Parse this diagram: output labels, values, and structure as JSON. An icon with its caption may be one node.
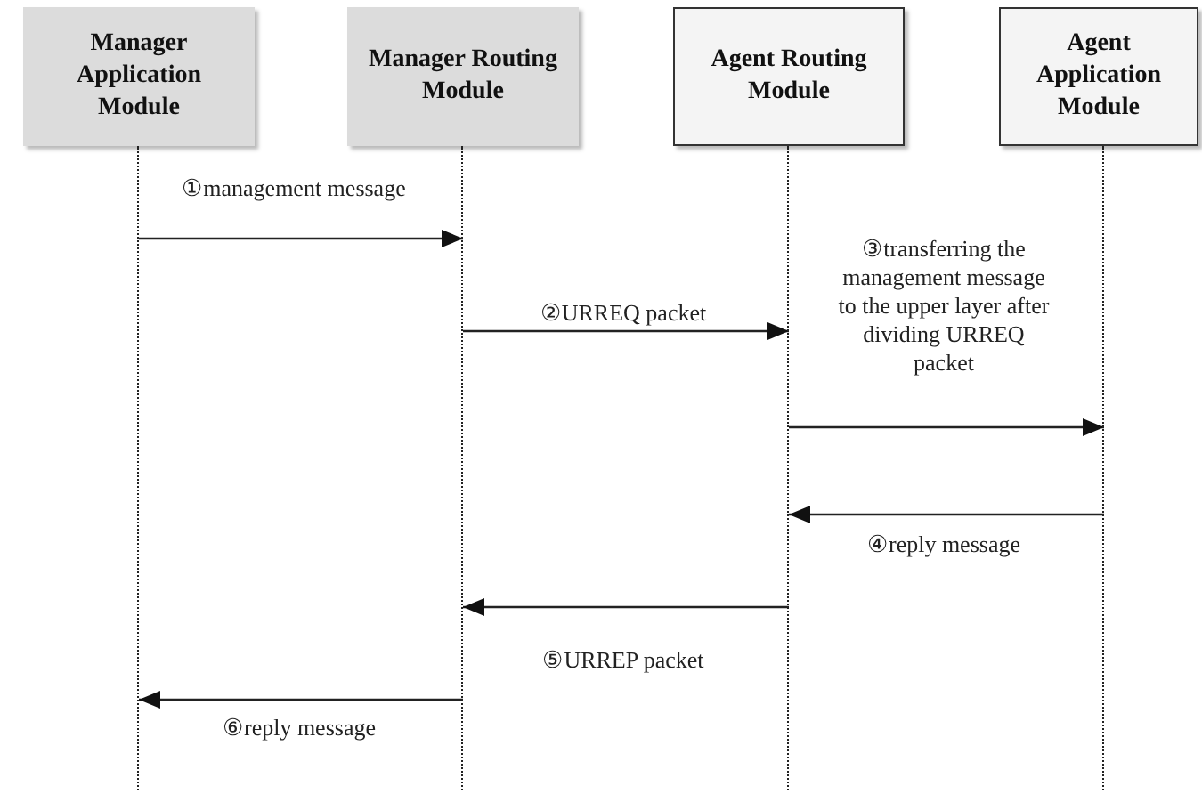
{
  "diagram": {
    "nodes": [
      {
        "text": [
          "Manager Application Module"
        ]
      },
      {
        "text": [
          "Manager Routing Module"
        ]
      },
      {
        "text": [
          "Agent Routing Module"
        ]
      },
      {
        "text": [
          "Agent Application Module"
        ]
      },
      {
        "text": [],
        "shape": "line"
      },
      {
        "text": [],
        "shape": "line"
      },
      {
        "text": [],
        "shape": "line"
      },
      {
        "text": [],
        "shape": "line"
      }
    ],
    "edges": [
      {
        "from": 4,
        "to": 5,
        "arrow": "to",
        "label": "①management message"
      },
      {
        "from": 5,
        "to": 6,
        "arrow": "to",
        "label": "②URREQ packet"
      },
      {
        "from": 6,
        "to": 7,
        "arrow": "to",
        "label": "③transferring the management message to the upper layer after dividing URREQ packet"
      },
      {
        "from": 7,
        "to": 6,
        "arrow": "to",
        "label": "④reply message"
      },
      {
        "from": 6,
        "to": 5,
        "arrow": "to",
        "label": "⑤URREP packet"
      },
      {
        "from": 5,
        "to": 4,
        "arrow": "to",
        "label": "⑥reply message"
      }
    ]
  }
}
